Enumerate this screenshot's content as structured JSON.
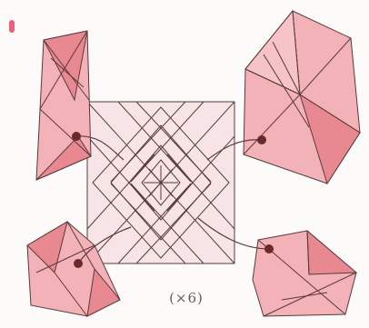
{
  "diagram": {
    "multiplier_label": "(×6)",
    "colors": {
      "fill_pink": "#f2b2b8",
      "fill_pink_dark": "#e88890",
      "square_fill": "#f6e4e6",
      "line": "#5a3a3a",
      "marker": "#6b2a2a",
      "corner_mark": "#e8607a"
    },
    "callouts": [
      {
        "id": "top-left-piece"
      },
      {
        "id": "top-right-piece"
      },
      {
        "id": "bottom-left-piece"
      },
      {
        "id": "bottom-right-piece"
      }
    ]
  }
}
